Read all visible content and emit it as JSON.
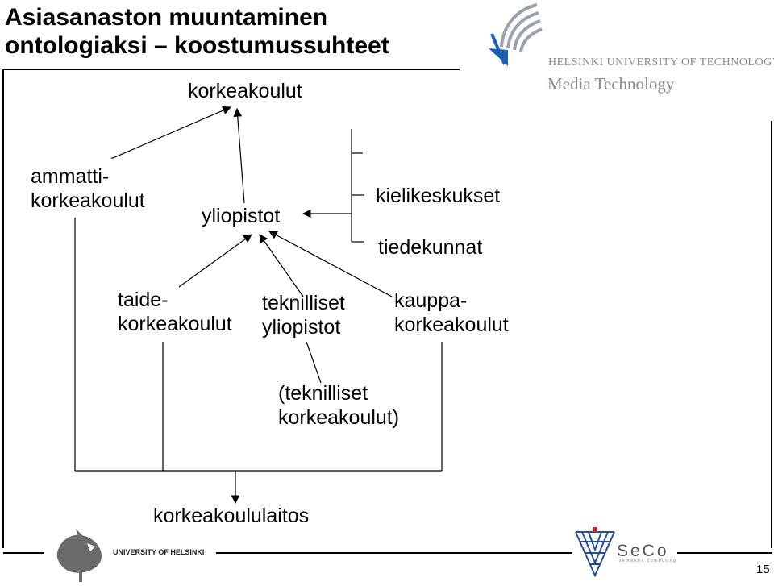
{
  "slide": {
    "title_line1": "Asiasanaston muuntaminen",
    "title_line2": "ontologiaksi – koostumussuhteet",
    "page_number": "15"
  },
  "diagram": {
    "korkeakoulut": "korkeakoulut",
    "ammatti_line1": "ammatti-",
    "ammatti_line2": "korkeakoulut",
    "yliopistot": "yliopistot",
    "kielikeskukset": "kielikeskukset",
    "tiedekunnat": "tiedekunnat",
    "taide_line1": "taide-",
    "taide_line2": "korkeakoulut",
    "tekn_line1": "teknilliset",
    "tekn_line2": "yliopistot",
    "kauppa_line1": "kauppa-",
    "kauppa_line2": "korkeakoulut",
    "tekn_kk_line1": "(teknilliset",
    "tekn_kk_line2": "korkeakoulut)",
    "korkeakoululaitos": "korkeakoululaitos"
  },
  "logos": {
    "hut_name": "HELSINKI UNIVERSITY OF TECHNOLOGY",
    "hut_department": "Media Technology",
    "uh_name": "UNIVERSITY OF HELSINKI",
    "seco_name": "SeCo",
    "seco_tagline": "semantic computing",
    "hut_color": "#1a5fb4",
    "uh_color": "#6b6b6b",
    "seco_blue": "#2a4d8f",
    "seco_red": "#c0282d"
  }
}
